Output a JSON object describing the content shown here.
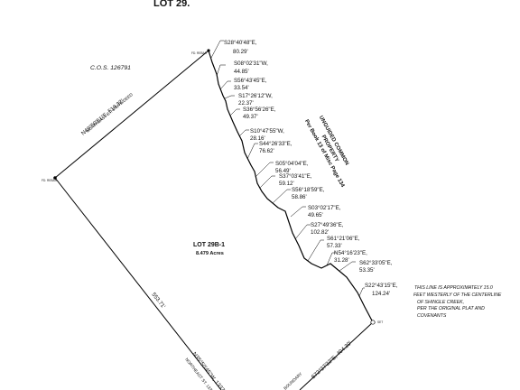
{
  "title": "LOT 29.",
  "cos_label": "C.O.S. 126791",
  "lot_label": "LOT 29B-1",
  "acres_label": "8.479 Acres",
  "north_edge": {
    "bearing": "N49°50'51\"E, 518.32'",
    "note": "NORTHEAST ST. 3 SITE/DEED"
  },
  "west_edge": {
    "distance": "553.71'",
    "bearing_partial": "N35°50'45\"W, 1337",
    "note_partial": "NORTHEAST ST. 1337"
  },
  "south_edge": {
    "bearing_partial": "S72°27'22\"E, 404.30'",
    "boundary_partial": "BOUNDARY"
  },
  "easement": {
    "line1": "UNGUIDED COMMON",
    "line2": "PROPERTY",
    "line3": "Per Book 13 of Misc Page 134"
  },
  "shingle_note": {
    "line1": "THIS LINE IS APPROXIMATELY 15.0",
    "line2": "FEET WESTERLY OF THE CENTERLINE",
    "line3": "OF SHINGLE CREEK,",
    "line4": "PER THE ORIGINAL PLAT AND",
    "line5": "COVENANTS"
  },
  "monuments": {
    "nw": "FD. REBAR",
    "w": "FD. REBAR",
    "se": "SET"
  },
  "segments": [
    {
      "bearing": "S28°40'48\"E,",
      "distance": "80.29'"
    },
    {
      "bearing": "S08°02'31\"W,",
      "distance": "44.85'"
    },
    {
      "bearing": "S56°43'45\"E,",
      "distance": "33.54'"
    },
    {
      "bearing": "S17°26'12\"W,",
      "distance": "22.37'"
    },
    {
      "bearing": "S36°56'26\"E,",
      "distance": "49.37'"
    },
    {
      "bearing": "S10°47'55\"W,",
      "distance": "28.16'"
    },
    {
      "bearing": "S44°26'33\"E,",
      "distance": "76.62'"
    },
    {
      "bearing": "S05°04'04\"E,",
      "distance": "56.49'"
    },
    {
      "bearing": "S37°03'41\"E,",
      "distance": "59.12'"
    },
    {
      "bearing": "S56°18'59\"E,",
      "distance": "58.86'"
    },
    {
      "bearing": "S03°02'17\"E,",
      "distance": "49.65'"
    },
    {
      "bearing": "S27°49'36\"E,",
      "distance": "102.82'"
    },
    {
      "bearing": "S61°21'06\"E,",
      "distance": "57.33'"
    },
    {
      "bearing": "N54°16'23\"E,",
      "distance": "31.28'"
    },
    {
      "bearing": "S62°33'05\"E,",
      "distance": "53.35'"
    },
    {
      "bearing": "S22°43'15\"E,",
      "distance": "124.24'"
    }
  ]
}
